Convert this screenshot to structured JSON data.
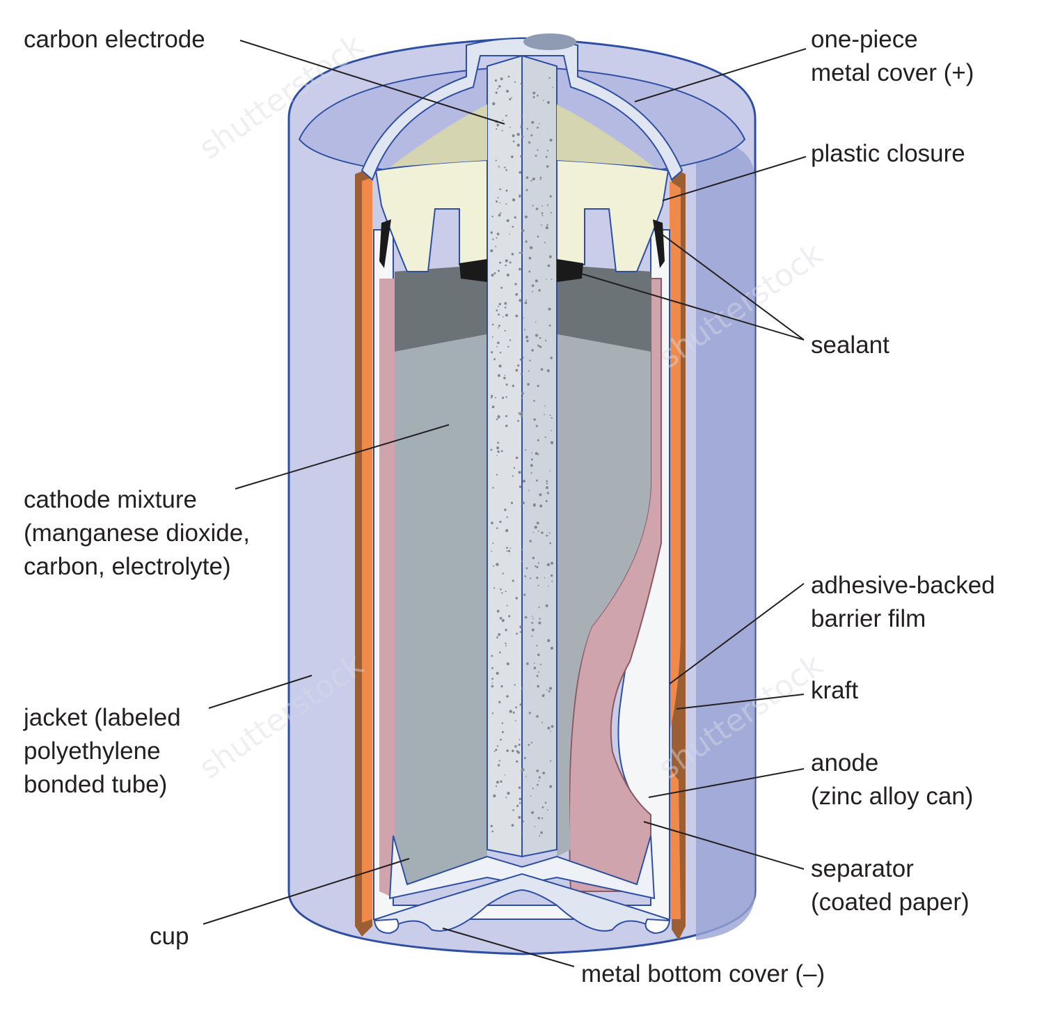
{
  "colors": {
    "jacket": "#c9cdea",
    "jacket_edge": "#2e4ea3",
    "kraft": "#9c5f34",
    "barrier_film": "#f08a4b",
    "anode": "#f4f6f8",
    "separator": "#cfa4ad",
    "cathode": "#a3afb4",
    "carbon_electrode": "#dde1e6",
    "plastic_closure": "#f0f1d6",
    "metal_cover": "#dfe6f2",
    "sealant": "#1a1a1a"
  },
  "watermark": "shutterstock",
  "labels": {
    "carbon_electrode": [
      "carbon electrode"
    ],
    "metal_cover": [
      "one-piece",
      "metal cover (+)"
    ],
    "plastic_closure": [
      "plastic closure"
    ],
    "sealant": [
      "sealant"
    ],
    "cathode_mixture": [
      "cathode mixture",
      "(manganese dioxide,",
      "carbon, electrolyte)"
    ],
    "barrier_film": [
      "adhesive-backed",
      "barrier film"
    ],
    "kraft": [
      "kraft"
    ],
    "anode": [
      "anode",
      "(zinc alloy can)"
    ],
    "jacket": [
      "jacket (labeled",
      "polyethylene",
      "bonded tube)"
    ],
    "separator": [
      "separator",
      "(coated paper)"
    ],
    "cup": [
      "cup"
    ],
    "bottom_cover": [
      "metal bottom cover (–)"
    ]
  }
}
